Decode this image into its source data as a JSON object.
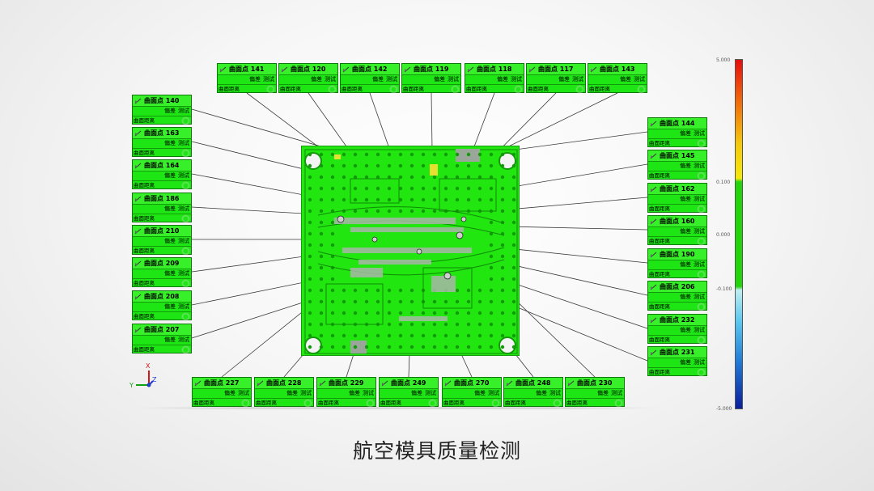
{
  "caption": "航空模具质量检测",
  "callout_fields": {
    "deviation_label": "偏差",
    "test_label": "测试",
    "surface_distance_label": "曲面距离"
  },
  "callouts_top": [
    {
      "title": "曲面点 141"
    },
    {
      "title": "曲面点 120"
    },
    {
      "title": "曲面点 142"
    },
    {
      "title": "曲面点 119"
    },
    {
      "title": "曲面点 118"
    },
    {
      "title": "曲面点 117"
    },
    {
      "title": "曲面点 143"
    }
  ],
  "callouts_left": [
    {
      "title": "曲面点 140"
    },
    {
      "title": "曲面点 163"
    },
    {
      "title": "曲面点 164"
    },
    {
      "title": "曲面点 186"
    },
    {
      "title": "曲面点 210"
    },
    {
      "title": "曲面点 209"
    },
    {
      "title": "曲面点 208"
    },
    {
      "title": "曲面点 207"
    }
  ],
  "callouts_right": [
    {
      "title": "曲面点 144"
    },
    {
      "title": "曲面点 145"
    },
    {
      "title": "曲面点 162"
    },
    {
      "title": "曲面点 160"
    },
    {
      "title": "曲面点 190"
    },
    {
      "title": "曲面点 206"
    },
    {
      "title": "曲面点 232"
    },
    {
      "title": "曲面点 231"
    }
  ],
  "callouts_bottom": [
    {
      "title": "曲面点 227"
    },
    {
      "title": "曲面点 228"
    },
    {
      "title": "曲面点 229"
    },
    {
      "title": "曲面点 249"
    },
    {
      "title": "曲面点 270"
    },
    {
      "title": "曲面点 248"
    },
    {
      "title": "曲面点 230"
    }
  ],
  "color_scale": {
    "labels": [
      "5.000",
      "0.100",
      "0.000",
      "-0.100",
      "-5.000"
    ],
    "colors": {
      "high": "#e80d0d",
      "in_tolerance": "#22d40a",
      "low": "#0a1e9c"
    }
  },
  "axes": {
    "x": "X",
    "y": "Y",
    "z": "Z"
  },
  "colors": {
    "callout_fill": "#1ee614",
    "plate_fill": "#22e60f"
  }
}
